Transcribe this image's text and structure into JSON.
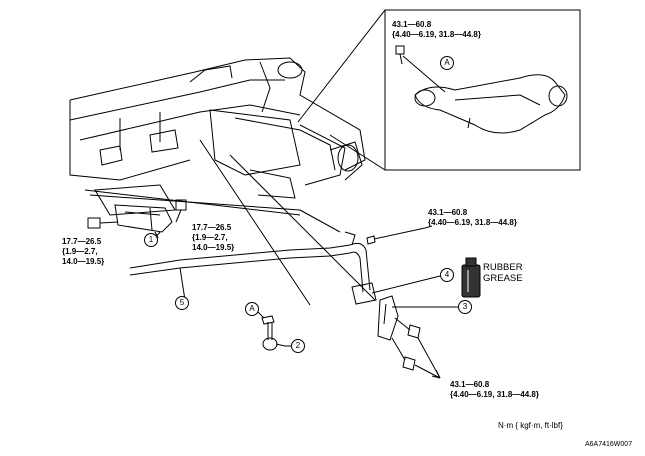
{
  "inset_spec": [
    "43.1—60.8",
    "{4.40—6.19, 31.8—44.8}"
  ],
  "inset_marker": "A",
  "bolt_spec_left": [
    "17.7—26.5",
    "{1.9—2.7,",
    "14.0—19.5}"
  ],
  "bolt_spec_center": [
    "17.7—26.5",
    "{1.9—2.7,",
    "14.0—19.5}"
  ],
  "spec_upper_right": [
    "43.1—60.8",
    "{4.40—6.19, 31.8—44.8}"
  ],
  "spec_lower_right": [
    "43.1—60.8",
    "{4.40—6.19, 31.8—44.8}"
  ],
  "grease_label": [
    "RUBBER",
    "GREASE"
  ],
  "link_marker": "A",
  "callouts": [
    "1",
    "2",
    "3",
    "4",
    "5"
  ],
  "units_note": "N·m { kgf·m,  ft·lbf}",
  "figure_code": "A6A7416W007",
  "colors": {
    "line": "#000000",
    "background": "#ffffff"
  }
}
